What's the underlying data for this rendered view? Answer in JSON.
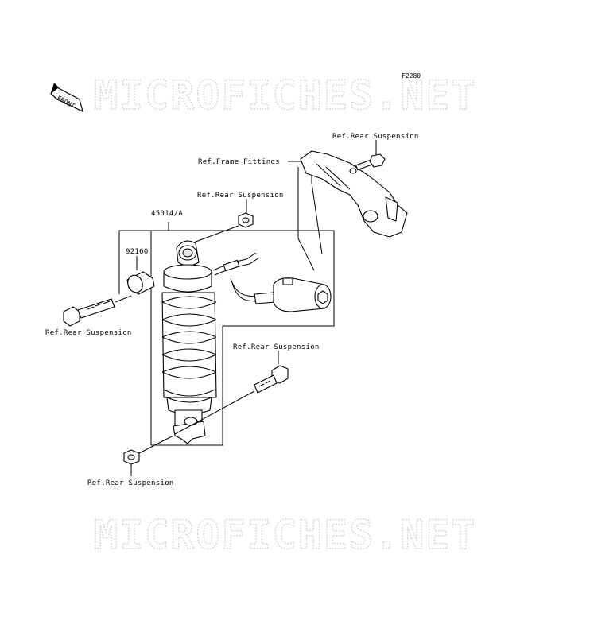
{
  "figure_code": "F2280",
  "front_badge": "FRONT",
  "watermark": {
    "top": "MICROFICHES.NET",
    "bottom": "MICROFICHES.NET"
  },
  "labels": {
    "ref_rear_susp_top_right": "Ref.Rear Suspension",
    "ref_frame_fittings": "Ref.Frame Fittings",
    "ref_rear_susp_nut_top": "Ref.Rear Suspension",
    "part_45014": "45014/A",
    "part_92160": "92160",
    "ref_rear_susp_left_bolt": "Ref.Rear Suspension",
    "ref_rear_susp_right_bolt": "Ref.Rear Suspension",
    "ref_rear_susp_bottom_nut": "Ref.Rear Suspension"
  },
  "colors": {
    "line": "#000000",
    "watermark": "#d6d6d6",
    "background": "#ffffff"
  }
}
